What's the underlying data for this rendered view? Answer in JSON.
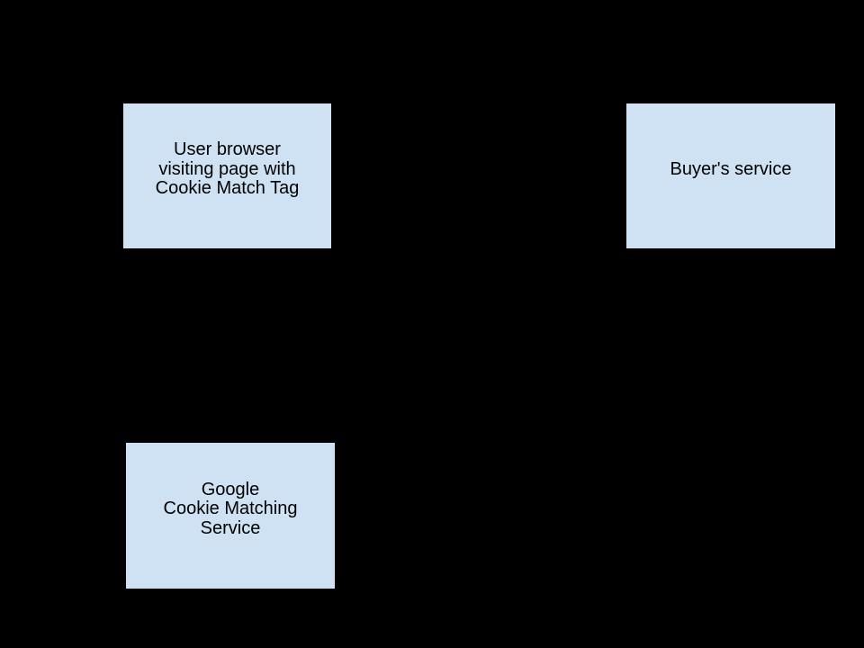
{
  "diagram": {
    "background_color": "#000000",
    "node_fill_color": "#cfe2f3",
    "node_text_color": "#000000",
    "nodes": [
      {
        "id": "user-browser",
        "lines": [
          "User browser",
          "visiting page with",
          "Cookie Match Tag"
        ]
      },
      {
        "id": "buyers-service",
        "lines": [
          "Buyer's service"
        ]
      },
      {
        "id": "google-cookie-matching-service",
        "lines": [
          "Google",
          "Cookie Matching",
          "Service"
        ]
      }
    ]
  }
}
